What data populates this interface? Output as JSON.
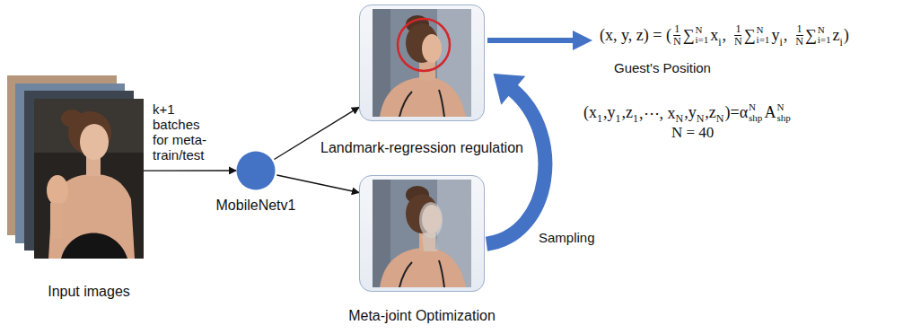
{
  "diagram": {
    "nodes": [
      {
        "text": [
          "Input images"
        ]
      },
      {
        "text": [
          "MobileNetv1"
        ]
      },
      {
        "text": [
          "Landmark-regression regulation"
        ]
      },
      {
        "text": [
          "Meta-joint Optimization"
        ]
      }
    ],
    "edges": [
      {
        "from": 0,
        "to": 1,
        "arrow": "to",
        "label": "k+1 batches for meta-train/test"
      },
      {
        "from": 1,
        "to": 2,
        "arrow": "to"
      },
      {
        "from": 1,
        "to": 3,
        "arrow": "to"
      },
      {
        "from": 3,
        "to": 2,
        "arrow": "to",
        "label": "Sampling"
      }
    ],
    "labels": [
      "(x, y, z) = (",
      "1",
      "N",
      "∑",
      "N",
      "i=1",
      "x",
      "i",
      ",",
      "1",
      "N",
      "∑",
      "N",
      "i=1",
      "y",
      "i",
      ",",
      "1",
      "N",
      "∑",
      "N",
      "i=1",
      "z",
      "i",
      ")",
      "Guest's Position",
      "(x",
      "1",
      ",y",
      "1",
      ",z",
      "1",
      ",⋯, x",
      "N",
      ",y",
      "N",
      ",z",
      "N",
      ")=α",
      "N",
      "shp",
      "A",
      "N",
      "shp",
      "N = 40"
    ]
  }
}
